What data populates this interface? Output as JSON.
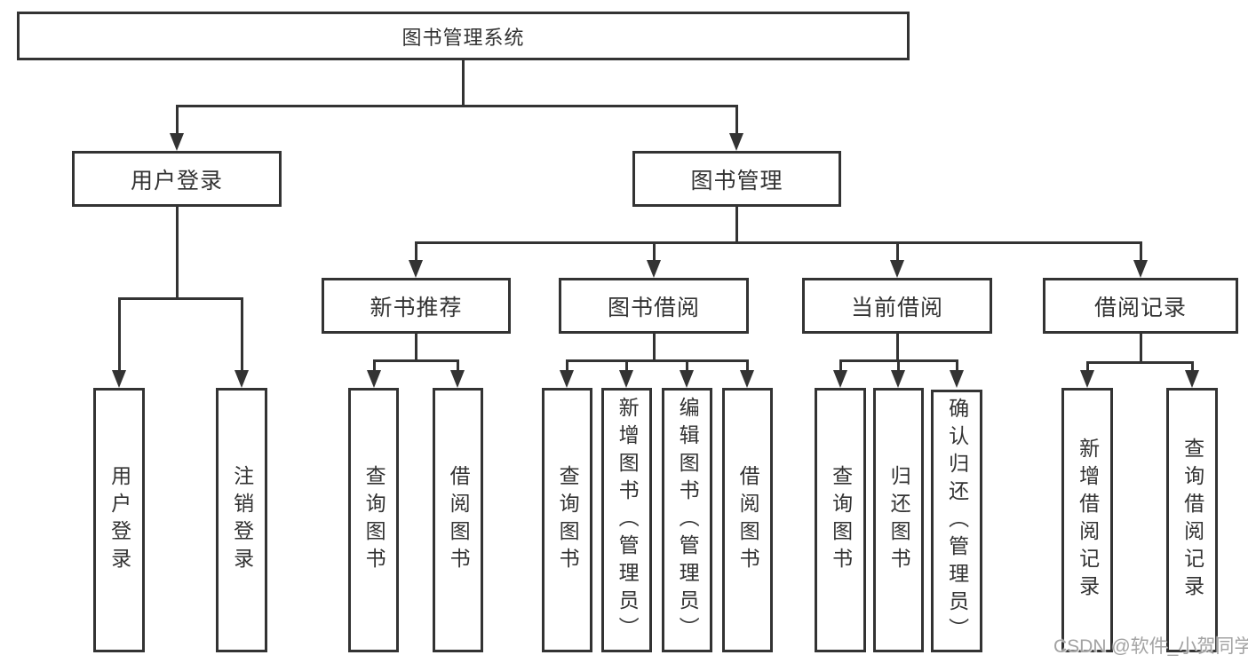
{
  "diagram": {
    "line_color": "#333333",
    "root": {
      "label": "图书管理系统"
    },
    "branches": [
      {
        "label": "用户登录",
        "children": [
          {
            "label": "用户登录"
          },
          {
            "label": "注销登录"
          }
        ]
      },
      {
        "label": "图书管理",
        "children": [
          {
            "label": "新书推荐",
            "children": [
              {
                "label": "查询图书"
              },
              {
                "label": "借阅图书"
              }
            ]
          },
          {
            "label": "图书借阅",
            "children": [
              {
                "label": "查询图书"
              },
              {
                "label": "新增图书（管理员）"
              },
              {
                "label": "编辑图书（管理员）"
              },
              {
                "label": "借阅图书"
              }
            ]
          },
          {
            "label": "当前借阅",
            "children": [
              {
                "label": "查询图书"
              },
              {
                "label": "归还图书"
              },
              {
                "label": "确认归还（管理员）"
              }
            ]
          },
          {
            "label": "借阅记录",
            "children": [
              {
                "label": "新增借阅记录"
              },
              {
                "label": "查询借阅记录"
              }
            ]
          }
        ]
      }
    ]
  },
  "watermark": {
    "text": "CSDN @软件_小贺同学"
  }
}
